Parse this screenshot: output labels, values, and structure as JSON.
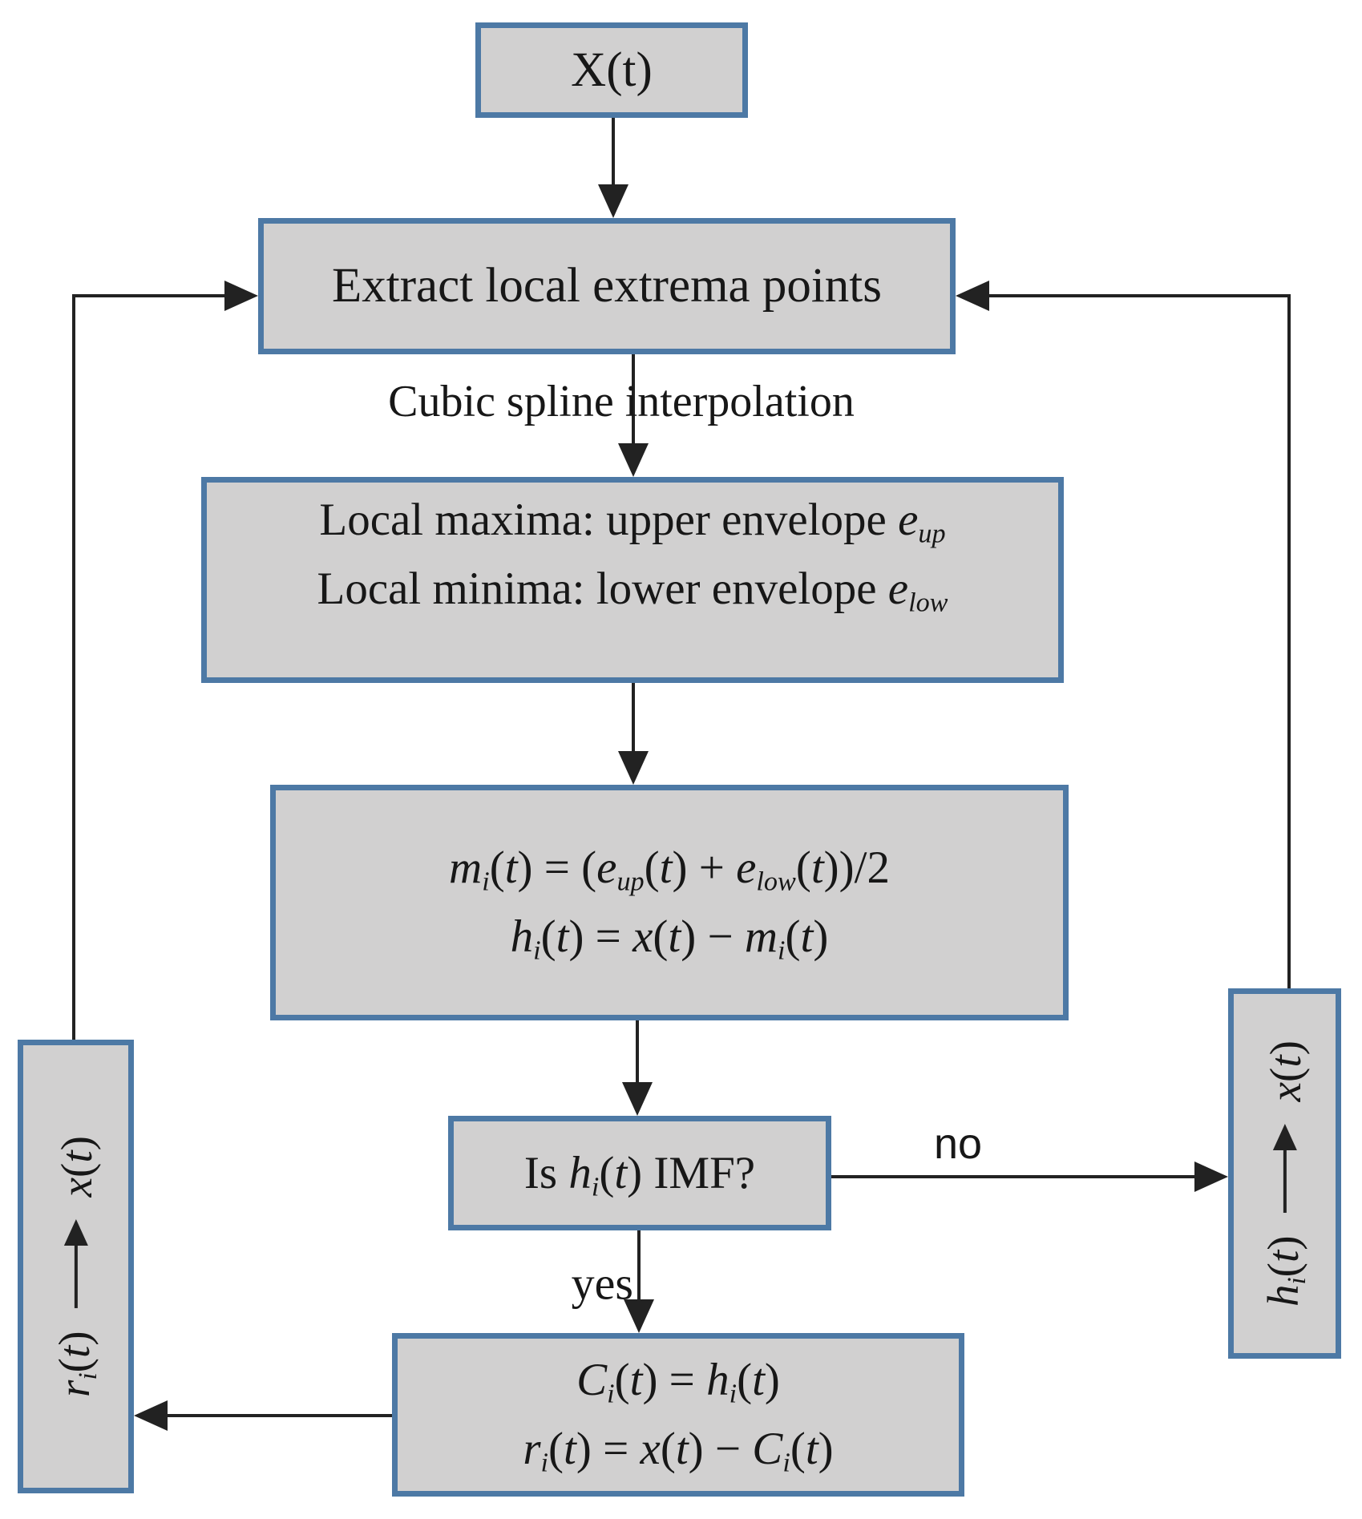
{
  "diagram": {
    "title": "EMD sifting process flowchart",
    "colors": {
      "box_fill": "#d1d0d0",
      "box_border": "#4d79a5",
      "line": "#222222",
      "text": "#171717",
      "background": "#ffffff"
    },
    "nodes": {
      "input": {
        "label": "X(t)"
      },
      "extract": {
        "label": "Extract local extrema points"
      },
      "envelope": {
        "lines": [
          [
            {
              "t": "Local maxima: upper envelope "
            },
            {
              "t": "e",
              "s": "it"
            },
            {
              "t": "up",
              "s": "sub"
            }
          ],
          [
            {
              "t": "Local minima: lower envelope "
            },
            {
              "t": "e",
              "s": "it"
            },
            {
              "t": "low",
              "s": "sub"
            }
          ]
        ]
      },
      "mean": {
        "lines": [
          [
            {
              "t": "m",
              "s": "it"
            },
            {
              "t": "i",
              "s": "sub"
            },
            {
              "t": "("
            },
            {
              "t": "t",
              "s": "it"
            },
            {
              "t": ") = ("
            },
            {
              "t": "e",
              "s": "it"
            },
            {
              "t": "up",
              "s": "sub"
            },
            {
              "t": "("
            },
            {
              "t": "t",
              "s": "it"
            },
            {
              "t": ") + "
            },
            {
              "t": "e",
              "s": "it"
            },
            {
              "t": "low",
              "s": "sub"
            },
            {
              "t": "("
            },
            {
              "t": "t",
              "s": "it"
            },
            {
              "t": "))/2"
            }
          ],
          [
            {
              "t": "h",
              "s": "it"
            },
            {
              "t": "i",
              "s": "sub"
            },
            {
              "t": "("
            },
            {
              "t": "t",
              "s": "it"
            },
            {
              "t": ") = "
            },
            {
              "t": "x",
              "s": "it"
            },
            {
              "t": "("
            },
            {
              "t": "t",
              "s": "it"
            },
            {
              "t": ") − "
            },
            {
              "t": "m",
              "s": "it"
            },
            {
              "t": "i",
              "s": "sub"
            },
            {
              "t": "("
            },
            {
              "t": "t",
              "s": "it"
            },
            {
              "t": ")"
            }
          ]
        ]
      },
      "imf_check": {
        "line": [
          {
            "t": "Is "
          },
          {
            "t": "h",
            "s": "it"
          },
          {
            "t": "i",
            "s": "sub"
          },
          {
            "t": "("
          },
          {
            "t": "t",
            "s": "it"
          },
          {
            "t": ") IMF?"
          }
        ]
      },
      "result": {
        "lines": [
          [
            {
              "t": "C",
              "s": "it"
            },
            {
              "t": "i",
              "s": "sub"
            },
            {
              "t": "("
            },
            {
              "t": "t",
              "s": "it"
            },
            {
              "t": ") = "
            },
            {
              "t": "h",
              "s": "it"
            },
            {
              "t": "i",
              "s": "sub"
            },
            {
              "t": "("
            },
            {
              "t": "t",
              "s": "it"
            },
            {
              "t": ")"
            }
          ],
          [
            {
              "t": "r",
              "s": "it"
            },
            {
              "t": "i",
              "s": "sub"
            },
            {
              "t": "("
            },
            {
              "t": "t",
              "s": "it"
            },
            {
              "t": ") = "
            },
            {
              "t": "x",
              "s": "it"
            },
            {
              "t": "("
            },
            {
              "t": "t",
              "s": "it"
            },
            {
              "t": ") − "
            },
            {
              "t": "C",
              "s": "it"
            },
            {
              "t": "i",
              "s": "sub"
            },
            {
              "t": "("
            },
            {
              "t": "t",
              "s": "it"
            },
            {
              "t": ")"
            }
          ]
        ]
      },
      "left_feedback": {
        "from": [
          {
            "t": "r",
            "s": "it"
          },
          {
            "t": "i",
            "s": "sub"
          },
          {
            "t": "("
          },
          {
            "t": "t",
            "s": "it"
          },
          {
            "t": ")"
          }
        ],
        "to": [
          {
            "t": "x",
            "s": "it"
          },
          {
            "t": "("
          },
          {
            "t": "t",
            "s": "it"
          },
          {
            "t": ")"
          }
        ]
      },
      "right_feedback": {
        "from": [
          {
            "t": "h",
            "s": "it"
          },
          {
            "t": "i",
            "s": "sub"
          },
          {
            "t": "("
          },
          {
            "t": "t",
            "s": "it"
          },
          {
            "t": ")"
          }
        ],
        "to": [
          {
            "t": "x",
            "s": "it"
          },
          {
            "t": "("
          },
          {
            "t": "t",
            "s": "it"
          },
          {
            "t": ")"
          }
        ]
      }
    },
    "labels": {
      "spline": "Cubic spline interpolation",
      "yes": "yes",
      "no": "no"
    }
  }
}
